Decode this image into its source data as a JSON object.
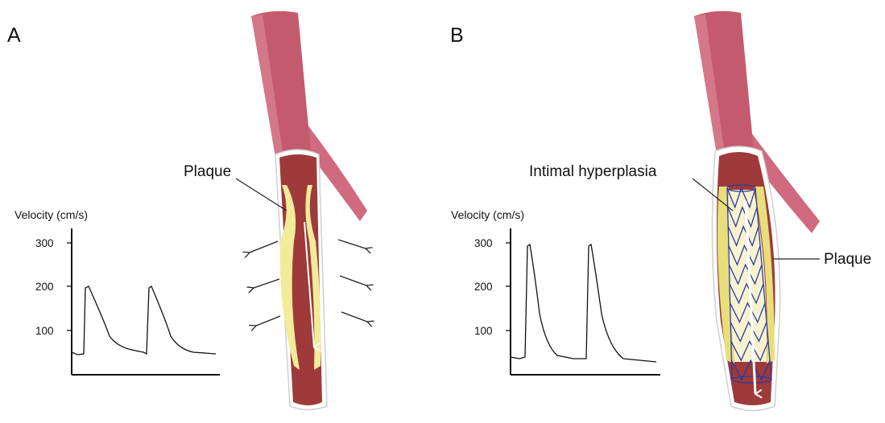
{
  "panels": [
    {
      "letter": "A",
      "plaque_label": "Plaque",
      "graph": {
        "title": "Velocity (cm/s)",
        "ticks": [
          "300",
          "200",
          "100"
        ]
      }
    },
    {
      "letter": "B",
      "hyperplasia_label": "Intimal hyperplasia",
      "plaque_label": "Plaque",
      "graph": {
        "title": "Velocity (cm/s)",
        "ticks": [
          "300",
          "200",
          "100"
        ]
      }
    }
  ],
  "chart_data": [
    {
      "type": "line",
      "panel": "A",
      "ylabel": "Velocity (cm/s)",
      "yticks": [
        100,
        200,
        300
      ],
      "peak_systolic_velocity": 200,
      "baseline_velocity": 45
    },
    {
      "type": "line",
      "panel": "B",
      "ylabel": "Velocity (cm/s)",
      "yticks": [
        100,
        200,
        300
      ],
      "peak_systolic_velocity": 300,
      "baseline_velocity": 35
    }
  ],
  "colors": {
    "vessel": "#c45a6e",
    "vessel_dark": "#a53e52",
    "lumen": "#8e2f2f",
    "plaque": "#f3eea0",
    "stent": "#2b3b9e"
  }
}
